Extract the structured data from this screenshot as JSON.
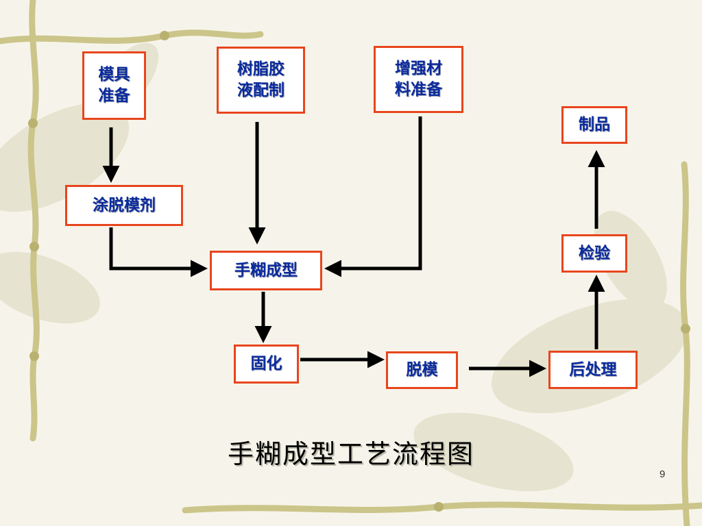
{
  "slide": {
    "title": "手糊成型工艺流程图",
    "page_number": "9",
    "accent_color": "#e8451d",
    "text_color": "#0a2a9c"
  },
  "nodes": {
    "mold_prep": "模具\n准备",
    "resin_prep": "树脂胶\n液配制",
    "reinforce_prep": "增强材\n料准备",
    "release_agent": "涂脱模剂",
    "hand_layup": "手糊成型",
    "curing": "固化",
    "demold": "脱模",
    "post_process": "后处理",
    "inspection": "检验",
    "product": "制品"
  }
}
